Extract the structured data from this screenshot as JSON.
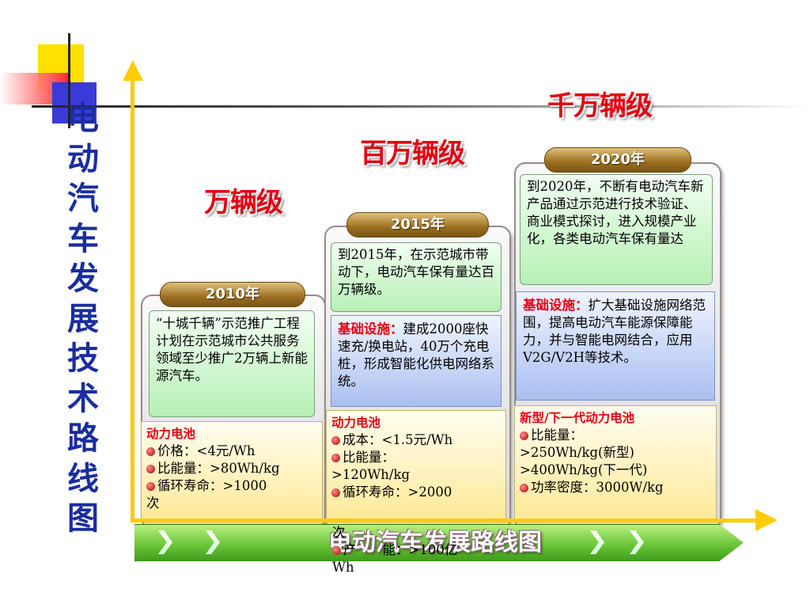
{
  "vertical_title": [
    "电",
    "动",
    "汽",
    "车",
    "发",
    "展",
    "技",
    "术",
    "路",
    "线",
    "图"
  ],
  "levels": {
    "l1": "万辆级",
    "l2": "百万辆级",
    "l3": "千万辆级"
  },
  "stage2010": {
    "year": "2010年",
    "desc": "“十城千辆”示范推广工程计划在示范城市公共服务领域至少推广2万辆上新能源汽车。",
    "battery_title": "动力电池",
    "battery_items": [
      "价格：<4元/Wh",
      "比能量：>80Wh/kg",
      "循环寿命：>1000"
    ],
    "battery_overflow": "次"
  },
  "stage2015": {
    "year": "2015年",
    "desc": "到2015年，在示范城市带动下，电动汽车保有量达百万辆级。",
    "infra_label": "基础设施：",
    "infra_text": "建成2000座快速充/换电站，40万个充电桩，形成智能化供电网络系统。",
    "battery_title": "动力电池",
    "battery_items": [
      "成本：<1.5元/Wh",
      "比能量：",
      ">120Wh/kg",
      "循环寿命：>2000"
    ],
    "battery_overflow": [
      "次",
      "产　　能：>100亿",
      "Wh"
    ]
  },
  "stage2020": {
    "year": "2020年",
    "desc": "到2020年，不断有电动汽车新产品通过示范进行技术验证、商业模式探讨，进入规模产业化，各类电动汽车保有量达",
    "infra_label": "基础设施：",
    "infra_text": "扩大基础设施网络范围，提高电动汽车能源保障能力，并与智能电网结合，应用V2G/V2H等技术。",
    "battery_title": "新型/下一代动力电池",
    "battery_items": [
      "比能量：",
      ">250Wh/kg(新型)",
      ">400Wh/kg(下一代)",
      "功率密度：3000W/kg"
    ]
  },
  "banner": "电动汽车发展路线图",
  "colors": {
    "title_blue": "#1a2da0",
    "level_red": "#e60012",
    "axis_yellow": "#ffcc00",
    "banner_green": "#6cc63a"
  }
}
